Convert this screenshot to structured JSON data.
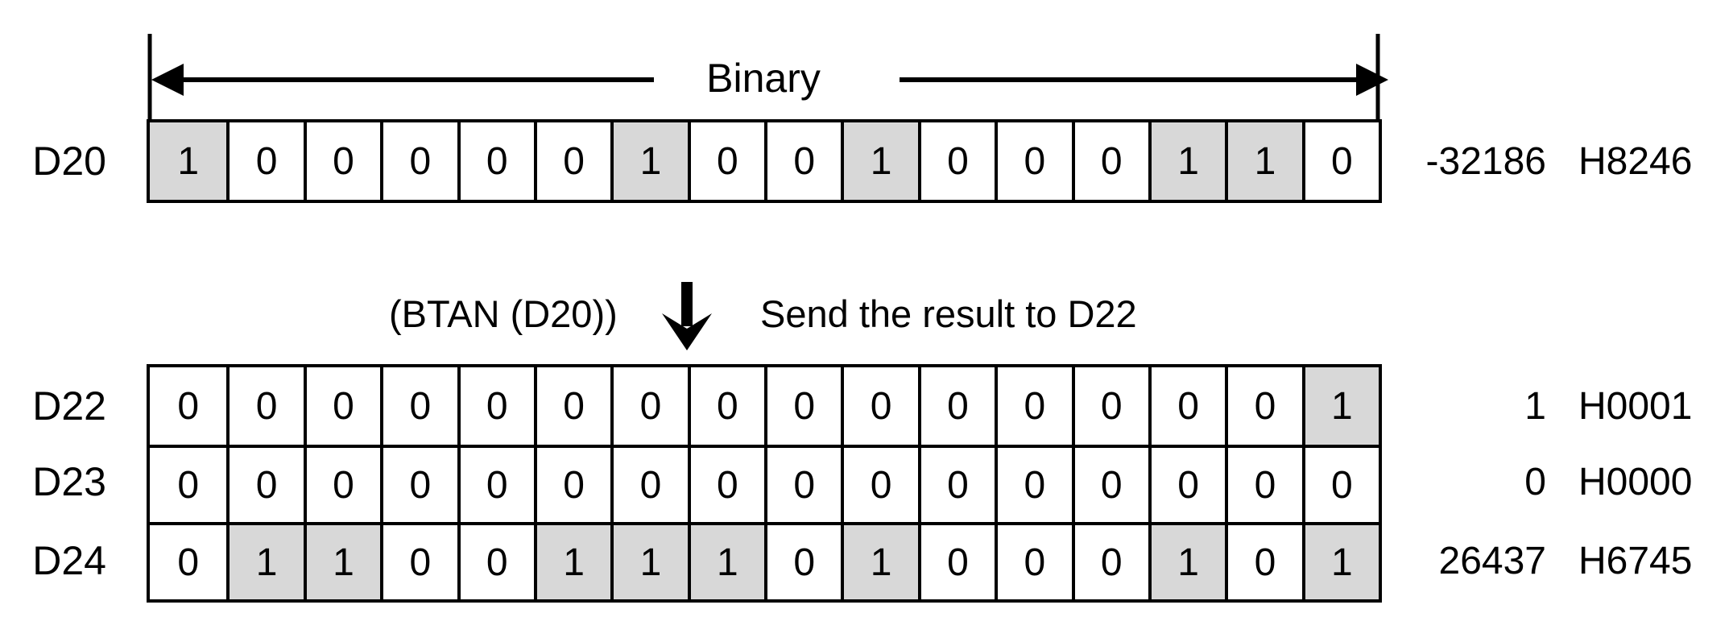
{
  "diagram": {
    "title_label": "Binary",
    "operation_label": "(BTAN (D20))",
    "result_caption": "Send the result to D22",
    "colors": {
      "shaded_cell": "#d8d8d8",
      "line": "#000000",
      "background": "#ffffff"
    },
    "source_row": {
      "register": "D20",
      "bits": [
        "1",
        "0",
        "0",
        "0",
        "0",
        "0",
        "1",
        "0",
        "0",
        "1",
        "0",
        "0",
        "0",
        "1",
        "1",
        "0"
      ],
      "decimal": "-32186",
      "hex": "H8246"
    },
    "result_rows": [
      {
        "register": "D22",
        "bits": [
          "0",
          "0",
          "0",
          "0",
          "0",
          "0",
          "0",
          "0",
          "0",
          "0",
          "0",
          "0",
          "0",
          "0",
          "0",
          "1"
        ],
        "decimal": "1",
        "hex": "H0001"
      },
      {
        "register": "D23",
        "bits": [
          "0",
          "0",
          "0",
          "0",
          "0",
          "0",
          "0",
          "0",
          "0",
          "0",
          "0",
          "0",
          "0",
          "0",
          "0",
          "0"
        ],
        "decimal": "0",
        "hex": "H0000"
      },
      {
        "register": "D24",
        "bits": [
          "0",
          "1",
          "1",
          "0",
          "0",
          "1",
          "1",
          "1",
          "0",
          "1",
          "0",
          "0",
          "0",
          "1",
          "0",
          "1"
        ],
        "decimal": "26437",
        "hex": "H6745"
      }
    ]
  }
}
